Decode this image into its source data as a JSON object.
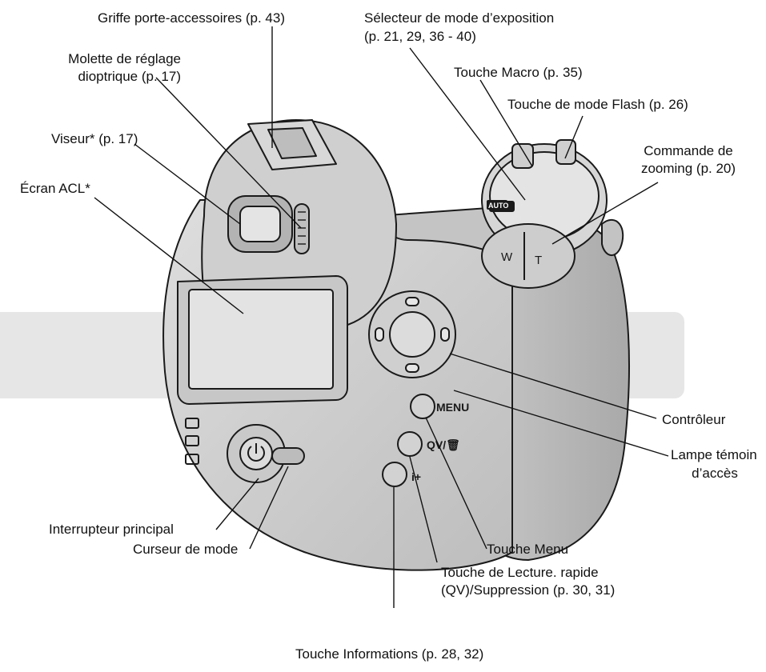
{
  "labels": {
    "hot_shoe": "Griffe porte-accessoires (p. 43)",
    "exposure_dial_line1": "Sélecteur de mode d’exposition",
    "exposure_dial_line2": "(p. 21, 29, 36 - 40)",
    "diopter_line1": "Molette de réglage",
    "diopter_line2": "dioptrique (p. 17)",
    "macro": "Touche Macro (p. 35)",
    "flash_mode": "Touche de mode Flash (p. 26)",
    "viewfinder": "Viseur* (p. 17)",
    "zoom_line1": "Commande de",
    "zoom_line2": "zooming (p. 20)",
    "lcd": "Écran ACL*",
    "controller": "Contrôleur",
    "access_lamp_line1": "Lampe témoin",
    "access_lamp_line2": "d’accès",
    "main_switch": "Interrupteur principal",
    "mode_switch": "Curseur de mode",
    "menu_button": "Touche Menu",
    "qv_line1": "Touche de Lecture. rapide",
    "qv_line2": "(QV)/Suppression (p. 30, 31)",
    "info_button": "Touche Informations (p. 28, 32)"
  },
  "camera_marks": {
    "menu": "MENU",
    "qv_delete": "QV/🗑",
    "info": "i+",
    "zoom_wide": "W",
    "zoom_tele": "T",
    "auto_badge": "AUTO",
    "power_symbol": "⏻"
  },
  "colors": {
    "band": "#e6e6e6",
    "body": "#d2d2d2",
    "body_dark": "#b9b9b9",
    "outline": "#1a1a1a"
  }
}
